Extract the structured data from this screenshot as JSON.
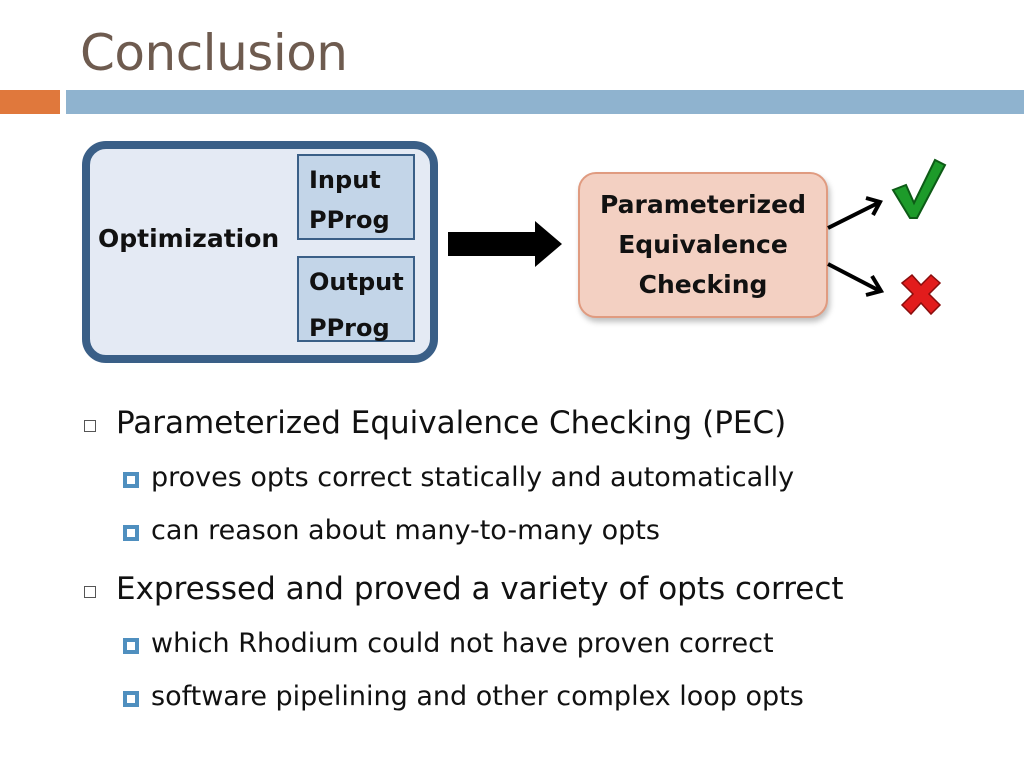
{
  "slide": {
    "title": "Conclusion",
    "accent_colors": {
      "orange": "#e0783c",
      "blue": "#8fb3cf"
    }
  },
  "diagram": {
    "optimization_label": "Optimization",
    "input_box": [
      "Input",
      "PProg"
    ],
    "output_box": [
      "Output",
      "PProg"
    ],
    "checker_label": [
      "Parameterized",
      "Equivalence",
      "Checking"
    ],
    "results": {
      "success_icon": "check-mark-icon",
      "failure_icon": "cross-mark-icon"
    }
  },
  "bullets": [
    {
      "text": "Parameterized Equivalence Checking (PEC)",
      "sub": [
        "proves opts correct statically and automatically",
        "can reason about many-to-many opts"
      ]
    },
    {
      "text": "Expressed and proved a variety of opts correct",
      "sub": [
        "which Rhodium could not have proven correct",
        "software pipelining and other complex loop opts"
      ]
    }
  ]
}
